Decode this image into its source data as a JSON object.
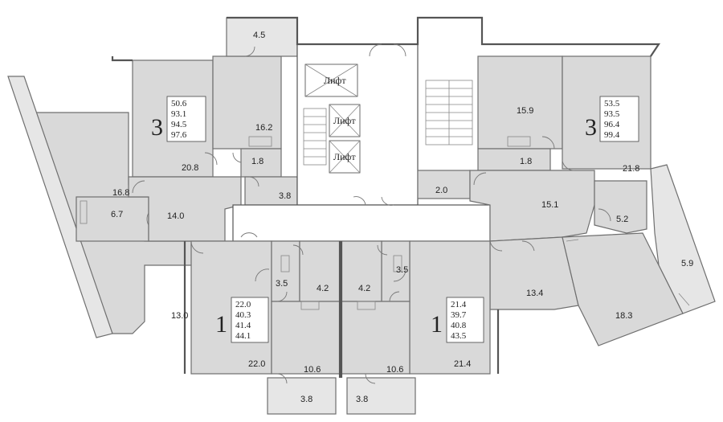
{
  "lift_label": "Лифт",
  "apartments": [
    {
      "id": "a3-left",
      "rooms": "3",
      "areas": [
        "50.6",
        "93.1",
        "94.5",
        "97.6"
      ]
    },
    {
      "id": "a3-right",
      "rooms": "3",
      "areas": [
        "53.5",
        "93.5",
        "96.4",
        "99.4"
      ]
    },
    {
      "id": "a1-left",
      "rooms": "1",
      "areas": [
        "22.0",
        "40.3",
        "41.4",
        "44.1"
      ]
    },
    {
      "id": "a1-right",
      "rooms": "1",
      "areas": [
        "21.4",
        "39.7",
        "40.8",
        "43.5"
      ]
    }
  ],
  "room_areas": {
    "balcony_top": "4.5",
    "kitchen_l3": "16.2",
    "bath_l3": "1.8",
    "room_l3": "20.8",
    "wc_l3": "3.8",
    "loggia_l3": "16.8",
    "small_l3": "6.7",
    "hall_l3": "14.0",
    "room_far_l": "13.0",
    "room_r3": "15.9",
    "bath_r3": "1.8",
    "room_r3b": "21.8",
    "store_r3": "2.0",
    "hall_r3": "15.1",
    "wc_r3": "5.2",
    "balcony_r3": "5.9",
    "room_r3c": "13.4",
    "room_r3d": "18.3",
    "hall_l1": "3.5",
    "bath_l1": "4.2",
    "room_l1": "22.0",
    "kitchen_l1": "10.6",
    "balcony_l1": "3.8",
    "hall_r1": "3.5",
    "bath_r1": "4.2",
    "room_r1": "21.4",
    "kitchen_r1": "10.6",
    "balcony_r1": "3.8"
  }
}
